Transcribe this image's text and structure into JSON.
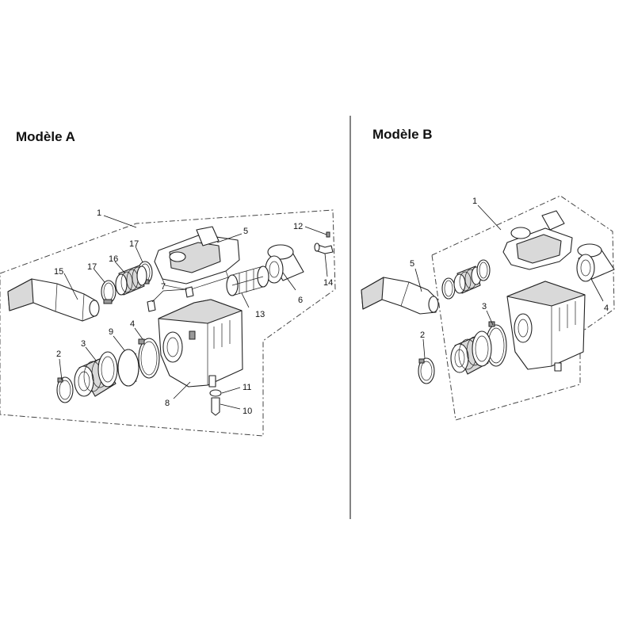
{
  "models": [
    {
      "title": "Modèle A",
      "callouts": [
        "1",
        "2",
        "3",
        "4",
        "5",
        "6",
        "7",
        "8",
        "9",
        "10",
        "11",
        "12",
        "13",
        "14",
        "15",
        "16",
        "17",
        "17"
      ]
    },
    {
      "title": "Modèle B",
      "callouts": [
        "1",
        "2",
        "3",
        "4",
        "5"
      ]
    }
  ]
}
